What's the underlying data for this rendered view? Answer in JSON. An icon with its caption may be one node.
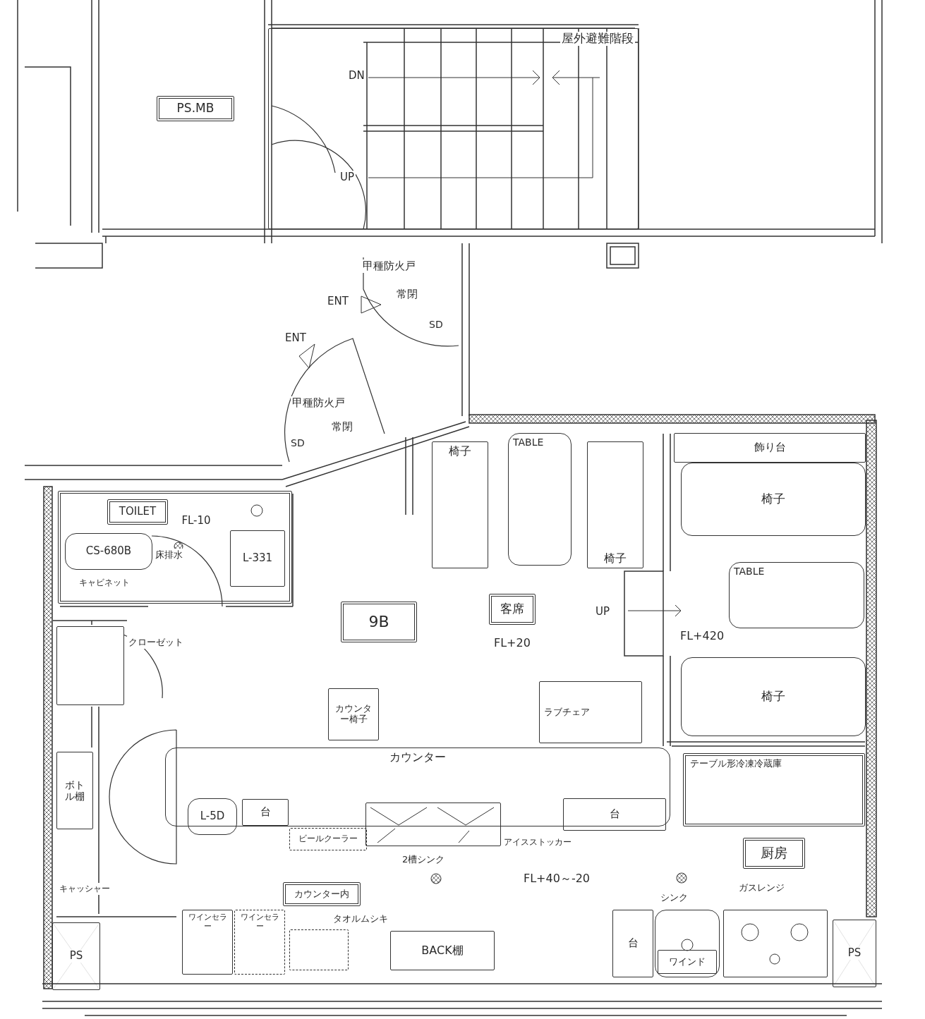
{
  "diagram": {
    "nodes": [
      {
        "text": [
          "PS.MB"
        ]
      },
      {
        "text": [
          "屋外避難階段"
        ]
      },
      {
        "text": [
          "FL-10"
        ]
      },
      {
        "text": [
          "TOILET"
        ],
        "in": 2
      },
      {
        "text": [
          "CS-680B"
        ],
        "in": 2
      },
      {
        "text": [
          "L-331"
        ],
        "in": 2
      },
      {
        "text": [],
        "shape": "box",
        "beside": [
          "クローゼット"
        ]
      },
      {
        "text": [
          "9B"
        ]
      },
      {
        "text": [
          "客席"
        ]
      },
      {
        "text": [
          "椅子"
        ]
      },
      {
        "text": [
          "TABLE"
        ]
      },
      {
        "text": [
          "椅子"
        ]
      },
      {
        "text": [
          "飾り台"
        ]
      },
      {
        "text": [
          "椅子"
        ]
      },
      {
        "text": [
          "TABLE"
        ]
      },
      {
        "text": [
          "椅子"
        ]
      },
      {
        "text": [
          "カウンター椅子"
        ]
      },
      {
        "text": [
          "ラブチェア"
        ]
      },
      {
        "text": [
          "カウンター"
        ]
      },
      {
        "text": [
          "ボトル棚"
        ]
      },
      {
        "text": [
          "L-5D"
        ]
      },
      {
        "text": [
          "台"
        ],
        "in": 18
      },
      {
        "text": [
          "ビールクーラー"
        ]
      },
      {
        "text": [],
        "shape": "box",
        "beside": [
          "2槽シンク"
        ]
      },
      {
        "text": [
          "台"
        ]
      },
      {
        "text": [
          "テーブル形冷凍冷蔵庫"
        ]
      },
      {
        "text": [
          "厨房"
        ]
      },
      {
        "text": [
          "カウンター内"
        ]
      },
      {
        "text": [
          "ワインセラー"
        ]
      },
      {
        "text": [
          "ワインセラー"
        ]
      },
      {
        "text": [],
        "shape": "box",
        "beside": [
          "タオルムシキ"
        ]
      },
      {
        "text": [
          "BACK棚"
        ]
      },
      {
        "text": [
          "PS"
        ]
      },
      {
        "text": [
          "台"
        ]
      },
      {
        "text": [],
        "shape": "box",
        "beside": [
          "シンク"
        ]
      },
      {
        "text": [
          "ワインド"
        ],
        "in": 34
      },
      {
        "text": [],
        "shape": "box",
        "beside": [
          "ガスレンジ"
        ]
      },
      {
        "text": [
          "PS"
        ]
      }
    ],
    "labels": [
      "DN",
      "UP",
      "甲種防火戸",
      "常閉",
      "ENT",
      "SD",
      "ENT",
      "甲種防火戸",
      "常閉",
      "SD",
      "床排水",
      "キャビネット",
      "FL+20",
      "UP",
      "FL+420",
      "アイスストッカー",
      "FL+40～-20",
      "キャッシャー"
    ]
  }
}
